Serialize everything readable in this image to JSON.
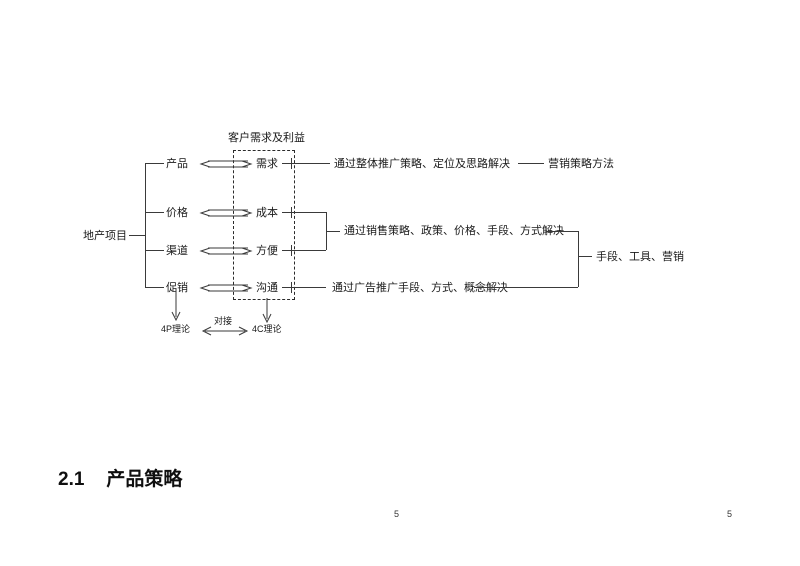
{
  "document": {
    "heading": {
      "number": "2.1",
      "text": "产品策略"
    },
    "footer": {
      "page_center": "5",
      "page_right": "5"
    }
  },
  "diagram": {
    "root_label": "地产项目",
    "dashed_box_label": "客户需求及利益",
    "four_p_rows": [
      {
        "p": "产品",
        "c": "需求"
      },
      {
        "p": "价格",
        "c": "成本"
      },
      {
        "p": "渠道",
        "c": "方便"
      },
      {
        "p": "促销",
        "c": "沟通"
      }
    ],
    "solutions": [
      "通过整体推广策略、定位及思路解决",
      "通过销售策略、政策、价格、手段、方式解决",
      "通过广告推广手段、方式、概念解决"
    ],
    "outcomes": [
      "营销策略方法",
      "手段、工具、营销"
    ],
    "theory_left": "4P理论",
    "theory_right": "4C理论",
    "theory_link": "对接",
    "colors": {
      "line": "#3a3a3a",
      "text": "#1a1a1a",
      "dashed": "#2b2b2b",
      "page_bg": "#ffffff"
    }
  }
}
